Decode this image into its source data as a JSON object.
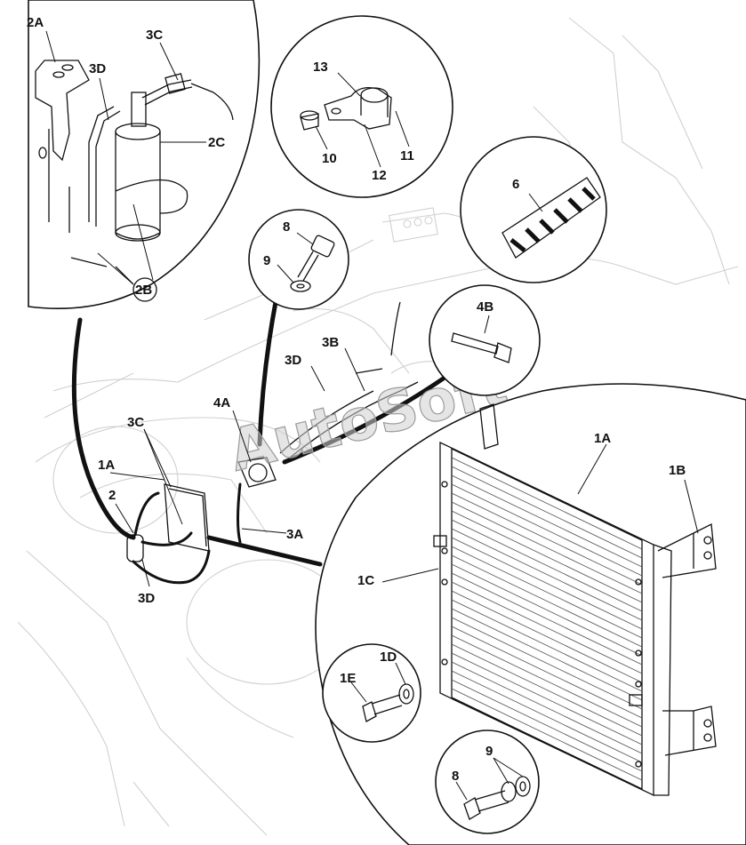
{
  "colors": {
    "line": "#111111",
    "background_line": "#d0d0d0",
    "watermark": "#cfcfcf"
  },
  "watermark": "AutoSoft",
  "callouts": {
    "c2A": "2A",
    "c3D_top": "3D",
    "c3C_top": "3C",
    "c2C": "2C",
    "c2B": "2B",
    "c13": "13",
    "c10": "10",
    "c12": "12",
    "c11": "11",
    "c6": "6",
    "c8_upper": "8",
    "c9_upper": "9",
    "c4B": "4B",
    "c3D_mid": "3D",
    "c3B": "3B",
    "c4A": "4A",
    "c3C_left": "3C",
    "c1A_left": "1A",
    "c2_left": "2",
    "c3A": "3A",
    "c3D_left": "3D",
    "c1A_right": "1A",
    "c1B": "1B",
    "c1C": "1C",
    "c1E": "1E",
    "c1D": "1D",
    "c9_lower": "9",
    "c8_lower": "8"
  }
}
